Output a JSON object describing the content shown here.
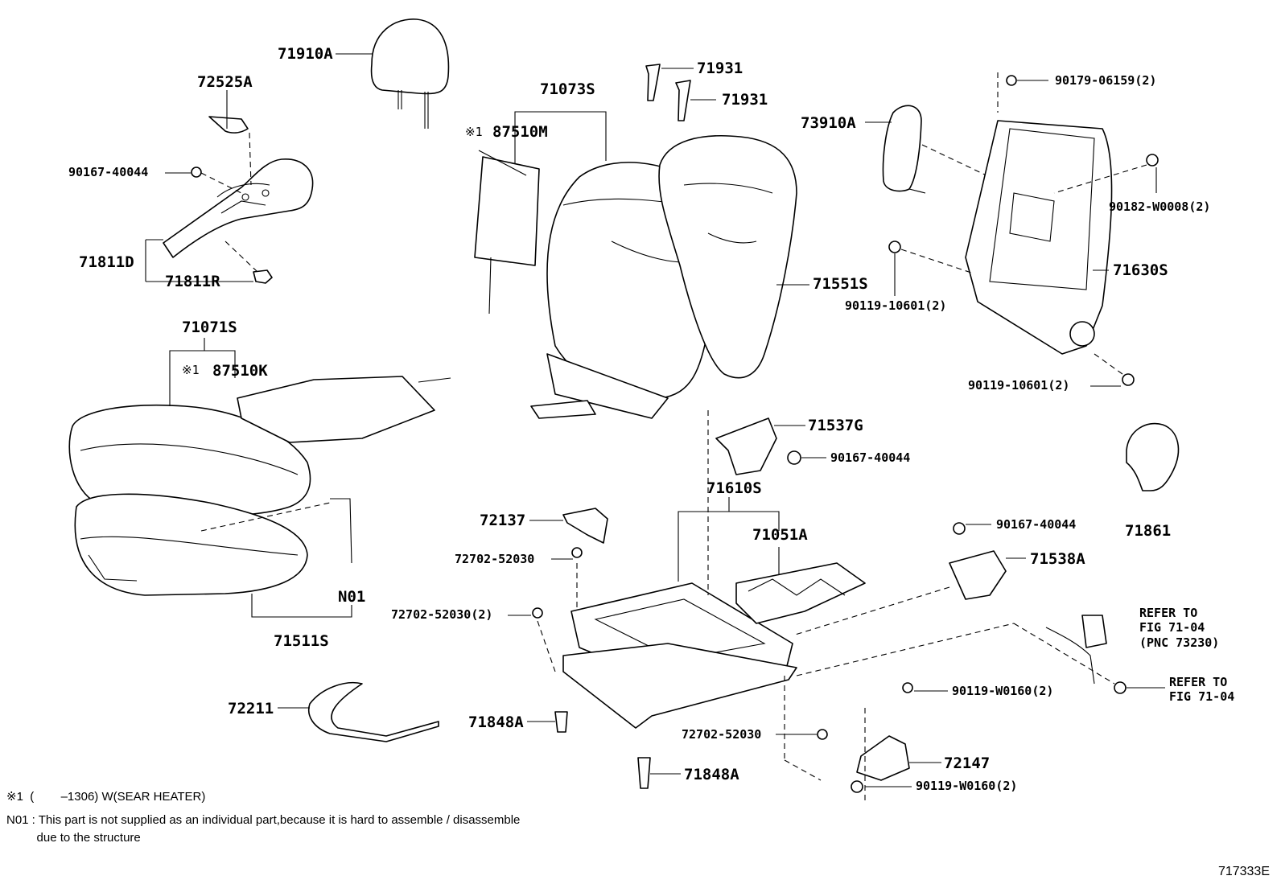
{
  "diagram": {
    "labels": {
      "p71910A": "71910A",
      "p72525A": "72525A",
      "p90167_40044_a": "90167-40044",
      "p71811D": "71811D",
      "p71811R": "71811R",
      "p71073S": "71073S",
      "p87510M": "87510M",
      "p87510M_mark": "※1",
      "p71931_a": "71931",
      "p71931_b": "71931",
      "p73910A": "73910A",
      "p90179": "90179-06159(2)",
      "p90182": "90182-W0008(2)",
      "p71630S": "71630S",
      "p71551S": "71551S",
      "p90119_10601_a": "90119-10601(2)",
      "p90119_10601_b": "90119-10601(2)",
      "p71071S": "71071S",
      "p87510K": "87510K",
      "p87510K_mark": "※1",
      "pN01": "N01",
      "p71511S": "71511S",
      "p71537G": "71537G",
      "p90167_40044_b": "90167-40044",
      "p71610S": "71610S",
      "p71051A": "71051A",
      "p72137": "72137",
      "p72702_52030_a": "72702-52030",
      "p72702_52030_b": "72702-52030(2)",
      "p90167_40044_c": "90167-40044",
      "p71538A": "71538A",
      "p71861": "71861",
      "p72211": "72211",
      "p71848A_a": "71848A",
      "p71848A_b": "71848A",
      "p72702_52030_c": "72702-52030",
      "p90119_W0160_a": "90119-W0160(2)",
      "p72147": "72147",
      "p90119_W0160_b": "90119-W0160(2)"
    },
    "references": {
      "ref1": "REFER TO\nFIG 71-04\n(PNC 73230)",
      "ref2": "REFER TO\nFIG 71-04"
    },
    "notes": {
      "note1": "※1  (        –1306) W(SEAR HEATER)",
      "note2": "N01 : This part is not supplied as an individual part,because it is hard to assemble / disassemble",
      "note3": "         due to the structure"
    },
    "figure_id": "717333E"
  }
}
